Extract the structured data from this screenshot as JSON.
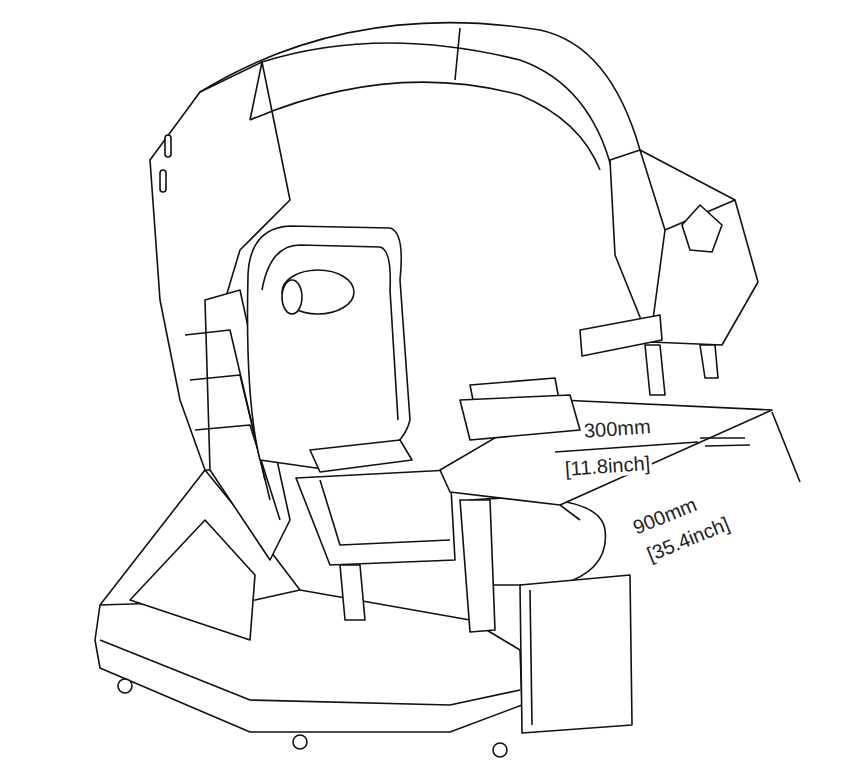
{
  "diagram": {
    "labels": [
      "300mm",
      "[11.8inch]",
      "900mm",
      "[35.4inch]"
    ]
  }
}
